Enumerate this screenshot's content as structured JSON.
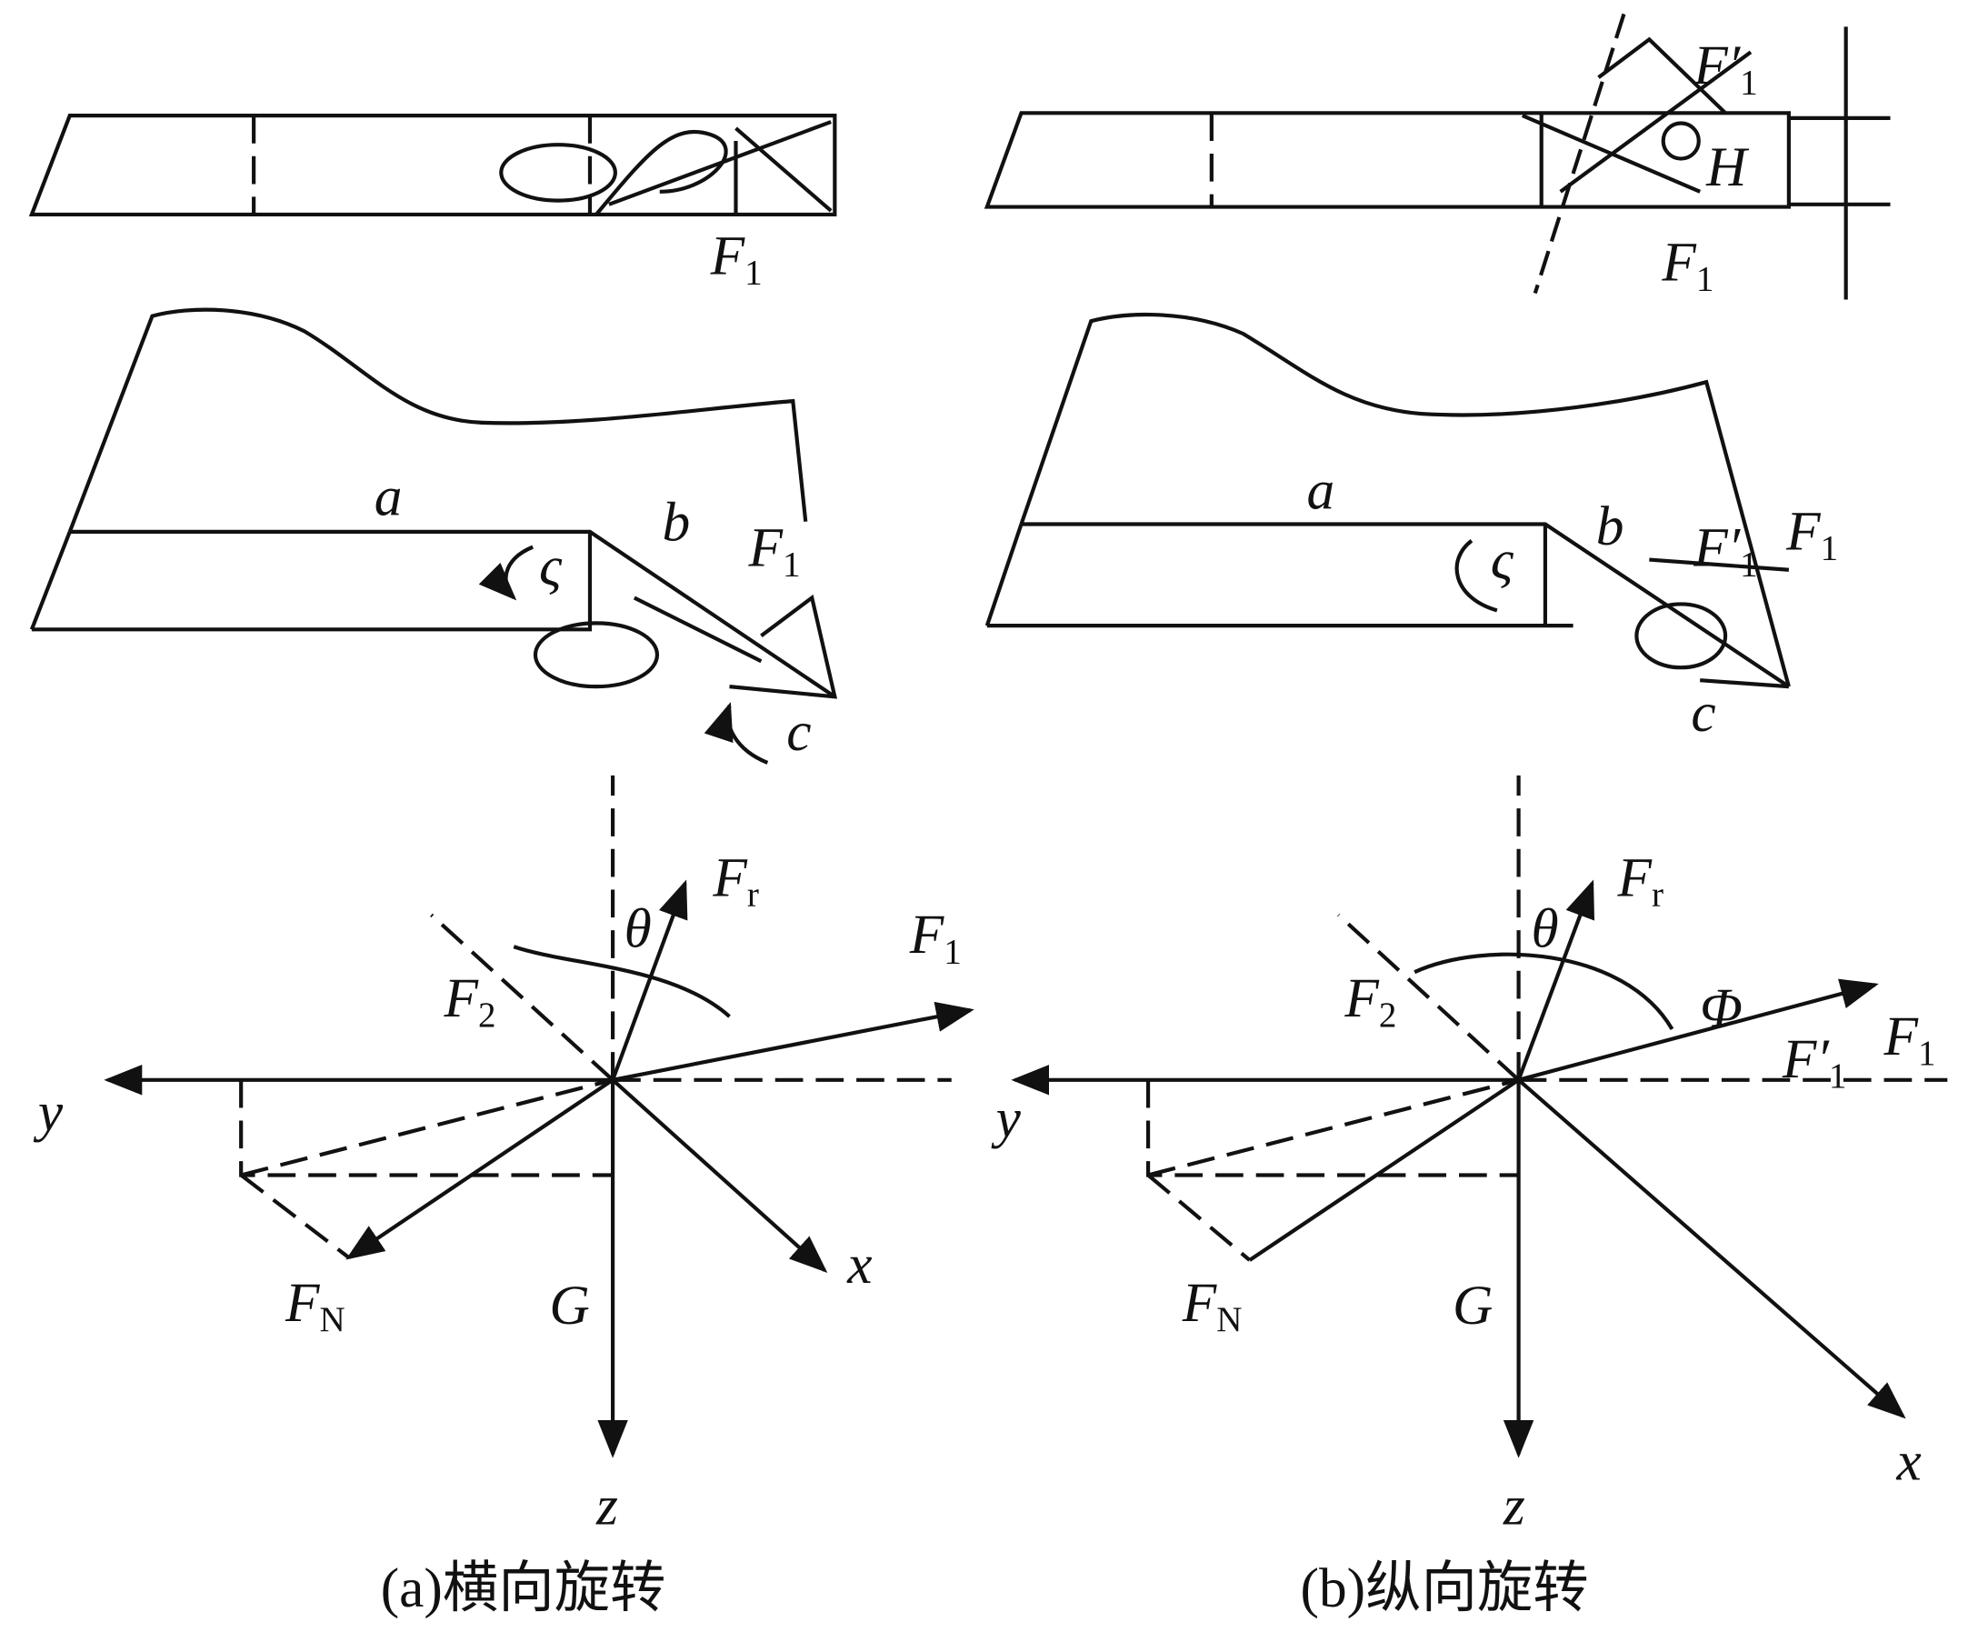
{
  "panels": [
    {
      "caption": "(a)横向旋转",
      "top_view": {
        "force_label": "F",
        "force_sub": "1"
      },
      "side_view": {
        "label_a": "a",
        "label_b": "b",
        "label_c": "c",
        "force_label": "F",
        "force_sub": "1",
        "angle_label": "ς"
      },
      "force_diagram": {
        "axis_y": "y",
        "axis_z": "z",
        "axis_x": "x",
        "Fr": "F",
        "Fr_sub": "r",
        "F1": "F",
        "F1_sub": "1",
        "F2": "F",
        "F2_sub": "2",
        "FN": "F",
        "FN_sub": "N",
        "G": "G",
        "theta": "θ"
      }
    },
    {
      "caption": "(b)纵向旋转",
      "top_view": {
        "force_label": "F",
        "force_sub": "1",
        "force_prime": "F′",
        "force_prime_sub": "1",
        "height_label": "H"
      },
      "side_view": {
        "label_a": "a",
        "label_b": "b",
        "label_c": "c",
        "force_label": "F",
        "force_sub": "1",
        "force_prime": "F′",
        "force_prime_sub": "1",
        "angle_label": "ς"
      },
      "force_diagram": {
        "axis_y": "y",
        "axis_z": "z",
        "axis_x": "x",
        "Fr": "F",
        "Fr_sub": "r",
        "F1": "F",
        "F1_sub": "1",
        "F2": "F",
        "F2_sub": "2",
        "FN": "F",
        "FN_sub": "N",
        "G": "G",
        "theta": "θ",
        "phi": "Φ",
        "F1_prime": "F′",
        "F1_prime_sub": "1"
      }
    }
  ]
}
